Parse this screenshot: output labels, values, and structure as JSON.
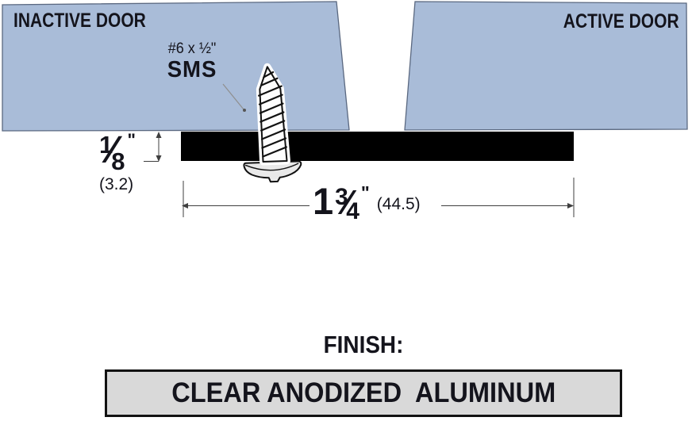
{
  "diagram": {
    "labels": {
      "inactive": "INACTIVE DOOR",
      "active": "ACTIVE DOOR"
    },
    "screw": {
      "size": "#6 x ½\"",
      "type": "SMS"
    },
    "height_dim": {
      "num": "1",
      "slash": "⁄",
      "den": "8",
      "unit": "\"",
      "metric": "(3.2)"
    },
    "width_dim": {
      "whole": "1",
      "num": "3",
      "slash": "⁄",
      "den": "4",
      "unit": "\"",
      "metric": "(44.5)"
    },
    "finish": {
      "label": "FINISH:",
      "value": "CLEAR ANODIZED  ALUMINUM"
    }
  },
  "colors": {
    "door_fill": "#a9bcd8",
    "door_stroke": "#5a6880",
    "bar_fill": "#000000",
    "finish_box_fill": "#d9d9d9",
    "finish_box_border": "#121212",
    "text": "#14141c",
    "dim_line": "#3f3f3f",
    "leader_line": "#8f8f8f"
  }
}
